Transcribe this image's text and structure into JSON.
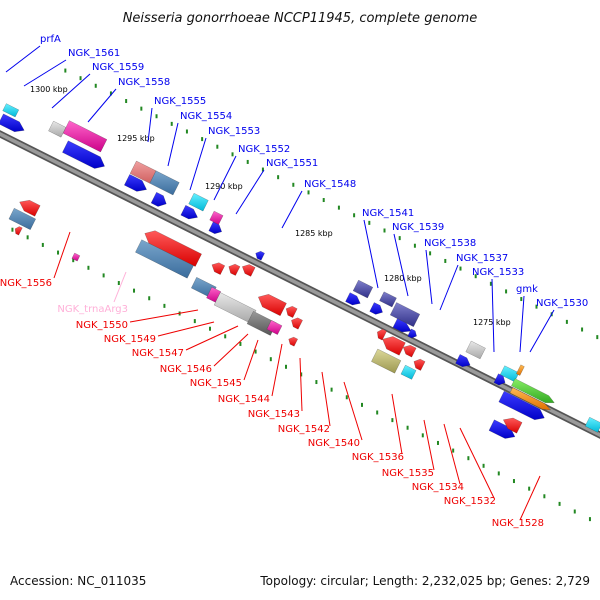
{
  "title": "Neisseria gonorrhoeae NCCP11945, complete genome",
  "footer": {
    "accession": "Accession: NC_011035",
    "summary": "Topology: circular; Length: 2,232,025 bp; Genes: 2,729"
  },
  "ruler": [
    "1300 kbp",
    "1295 kbp",
    "1290 kbp",
    "1285 kbp",
    "1280 kbp",
    "1275 kbp"
  ],
  "genes_upper": [
    "prfA",
    "NGK_1561",
    "NGK_1559",
    "NGK_1558",
    "NGK_1555",
    "NGK_1554",
    "NGK_1553",
    "NGK_1552",
    "NGK_1551",
    "NGK_1548",
    "NGK_1541",
    "NGK_1539",
    "NGK_1538",
    "NGK_1537",
    "NGK_1533",
    "gmk",
    "NGK_1530"
  ],
  "genes_lower": [
    "NGK_1556",
    "NGK_trnaArg3",
    "NGK_1550",
    "NGK_1549",
    "NGK_1547",
    "NGK_1546",
    "NGK_1545",
    "NGK_1544",
    "NGK_1543",
    "NGK_1542",
    "NGK_1540",
    "NGK_1536",
    "NGK_1535",
    "NGK_1534",
    "NGK_1532",
    "NGK_1528"
  ],
  "colors": {
    "forward": "#0000ee",
    "reverse": "#ee0000",
    "trna": "#ffb0d8",
    "backbone": "#808080",
    "tick": "#228822"
  }
}
